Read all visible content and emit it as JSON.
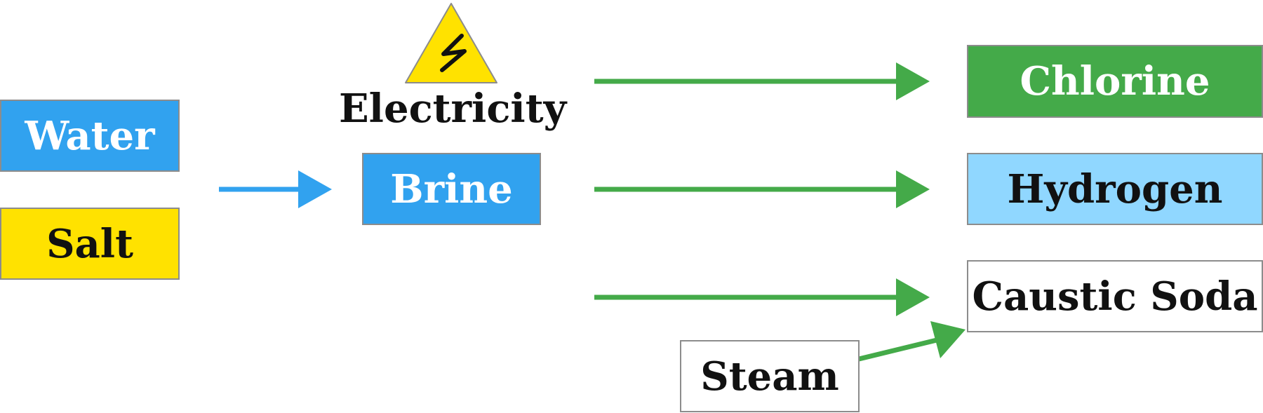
{
  "colors": {
    "blue": "#31a2ef",
    "yellow": "#ffe200",
    "green": "#44aa49",
    "light_blue": "#90d7ff",
    "white": "#ffffff",
    "text_dark": "#111111",
    "text_light": "#ffffff"
  },
  "icons": {
    "electricity": "high-voltage-warning-icon"
  },
  "nodes": {
    "water": "Water",
    "salt": "Salt",
    "electricity": "Electricity",
    "brine": "Brine",
    "chlorine": "Chlorine",
    "hydrogen": "Hydrogen",
    "caustic_soda": "Caustic Soda",
    "steam": "Steam"
  }
}
